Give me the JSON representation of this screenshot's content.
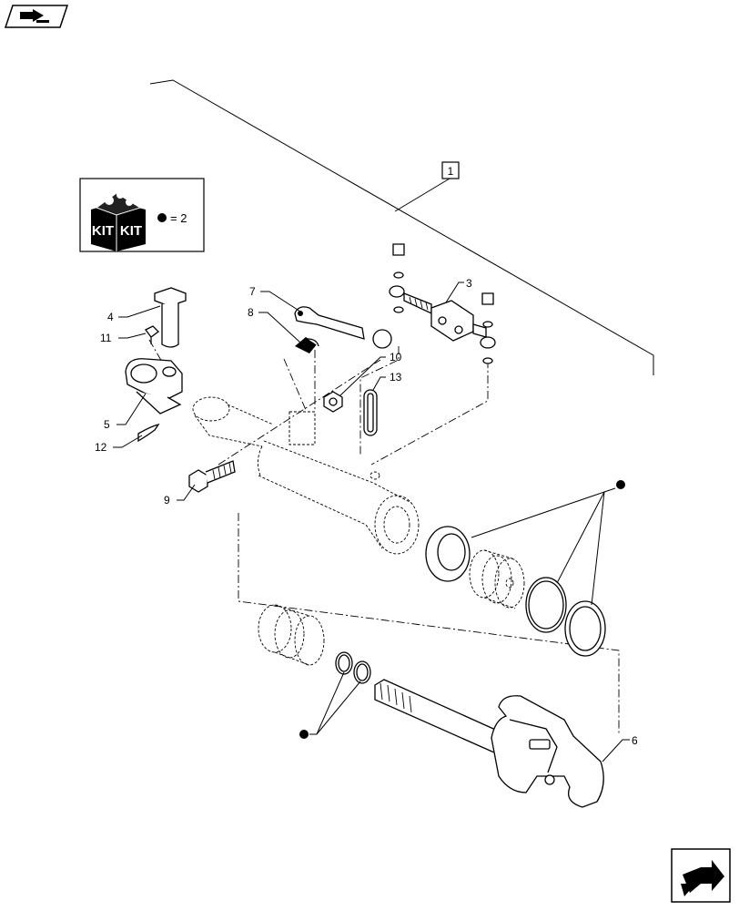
{
  "diagram": {
    "assembly_number": "1",
    "kit_box": {
      "word_left": "KIT",
      "word_right": "KIT",
      "equals_text": "= 2"
    },
    "callouts": [
      {
        "id": "3",
        "text": "3"
      },
      {
        "id": "4",
        "text": "4"
      },
      {
        "id": "5",
        "text": "5"
      },
      {
        "id": "6",
        "text": "6"
      },
      {
        "id": "7",
        "text": "7"
      },
      {
        "id": "8",
        "text": "8"
      },
      {
        "id": "9",
        "text": "9"
      },
      {
        "id": "10",
        "text": "10"
      },
      {
        "id": "11",
        "text": "11"
      },
      {
        "id": "12",
        "text": "12"
      },
      {
        "id": "13",
        "text": "13"
      }
    ]
  }
}
